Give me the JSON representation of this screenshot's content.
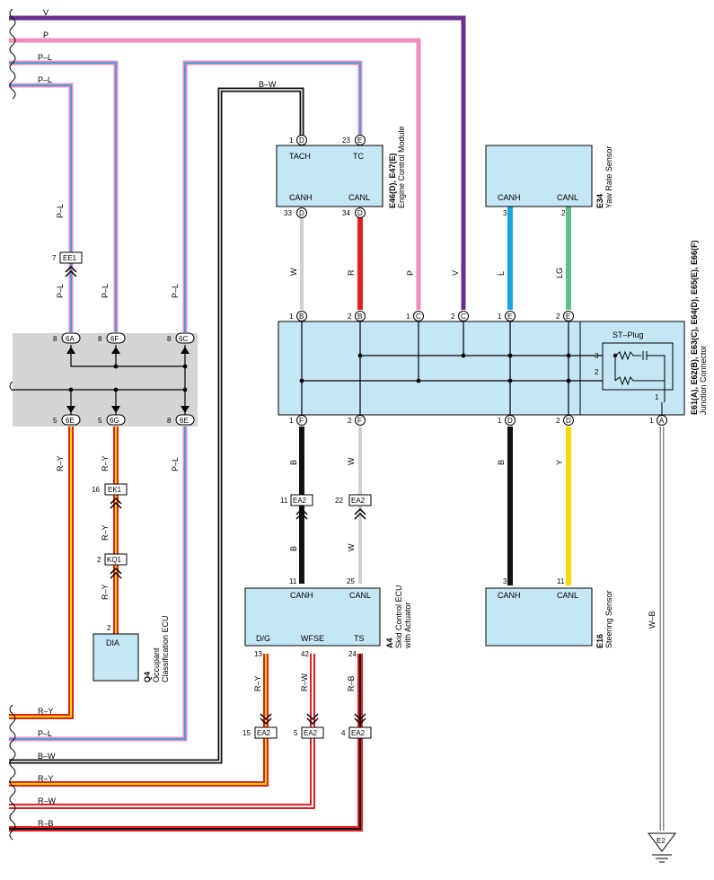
{
  "wire_codes": {
    "V": "V",
    "P": "P",
    "PL": "P–L",
    "BW": "B–W",
    "W": "W",
    "R": "R",
    "L": "L",
    "LG": "LG",
    "RY": "R–Y",
    "B": "B",
    "Y": "Y",
    "WB": "W–B",
    "RW": "R–W",
    "RB": "R–B"
  },
  "colors": {
    "V": "#6a2f8c",
    "P": "#f08cbf",
    "L": "#1aa3e0",
    "LG": "#5fbf8a",
    "R": "#e02020",
    "Y": "#ffd700",
    "B": "#111111",
    "W": "#e8e8e8",
    "box": "#c5e6f5",
    "junction_gray": "#d4d4d4"
  },
  "components": {
    "ecm": {
      "code": "E46(D), E47(E)",
      "name": "Engine Control Module",
      "pin_labels": {
        "tach": "TACH",
        "tc": "TC",
        "canh": "CANH",
        "canl": "CANL"
      },
      "pins": {
        "tach": "1",
        "tc": "23",
        "canh": "33",
        "canl": "34"
      },
      "conn": {
        "tach": "D",
        "tc": "E",
        "canh": "D",
        "canl": "D"
      }
    },
    "yaw": {
      "code": "E34",
      "name": "Yaw Rate Sensor",
      "pin_labels": {
        "canh": "CANH",
        "canl": "CANL"
      },
      "pins": {
        "canh": "3",
        "canl": "2"
      }
    },
    "jc": {
      "code": "E61(A), E62(B), E63(C), E64(D), E65(E), E66(F)",
      "name": "Junction Connector",
      "st_plug": "ST–Plug",
      "top_pins": [
        {
          "n": "1",
          "c": "B"
        },
        {
          "n": "2",
          "c": "B"
        },
        {
          "n": "1",
          "c": "C"
        },
        {
          "n": "2",
          "c": "C"
        },
        {
          "n": "1",
          "c": "E"
        },
        {
          "n": "2",
          "c": "E"
        }
      ],
      "bottom_pins": [
        {
          "n": "1",
          "c": "F"
        },
        {
          "n": "2",
          "c": "F"
        },
        {
          "n": "1",
          "c": "D"
        },
        {
          "n": "2",
          "c": "D"
        },
        {
          "n": "1",
          "c": "A"
        }
      ],
      "plug_pins": {
        "p3": "3",
        "p2": "2",
        "p1": "1"
      }
    },
    "skid": {
      "code": "A4",
      "name": "Skid Control ECU",
      "name2": "with Actuator",
      "pin_labels": {
        "canh": "CANH",
        "canl": "CANL",
        "dg": "D/G",
        "wfse": "WFSE",
        "ts": "TS"
      },
      "pins": {
        "canh": "11",
        "canl": "25",
        "dg": "13",
        "wfse": "42",
        "ts": "24"
      }
    },
    "steer": {
      "code": "E16",
      "name": "Steering Sensor",
      "pin_labels": {
        "canh": "CANH",
        "canl": "CANL"
      },
      "pins": {
        "canh": "3",
        "canl": "11"
      }
    },
    "occ": {
      "code": "Q4",
      "name": "Occupant",
      "name2": "Classification ECU",
      "pin_label": "DIA",
      "pin": "2"
    }
  },
  "connectors": {
    "ee1": {
      "name": "EE1",
      "pin": "7"
    },
    "ek1": {
      "name": "EK1",
      "pin": "16"
    },
    "kq1": {
      "name": "KQ1",
      "pin": "2"
    },
    "ea2_b": {
      "name": "EA2",
      "pin": "11"
    },
    "ea2_w": {
      "name": "EA2",
      "pin": "22"
    },
    "ea2_ry": {
      "name": "EA2",
      "pin": "15"
    },
    "ea2_rw": {
      "name": "EA2",
      "pin": "5"
    },
    "ea2_rb": {
      "name": "EA2",
      "pin": "4"
    }
  },
  "junction_block": {
    "top": [
      {
        "n": "8",
        "c": "6A"
      },
      {
        "n": "8",
        "c": "6F"
      },
      {
        "n": "8",
        "c": "6C"
      }
    ],
    "bottom": [
      {
        "n": "5",
        "c": "6E"
      },
      {
        "n": "5",
        "c": "6G"
      },
      {
        "n": "8",
        "c": "6E"
      }
    ]
  },
  "ground": "E2"
}
